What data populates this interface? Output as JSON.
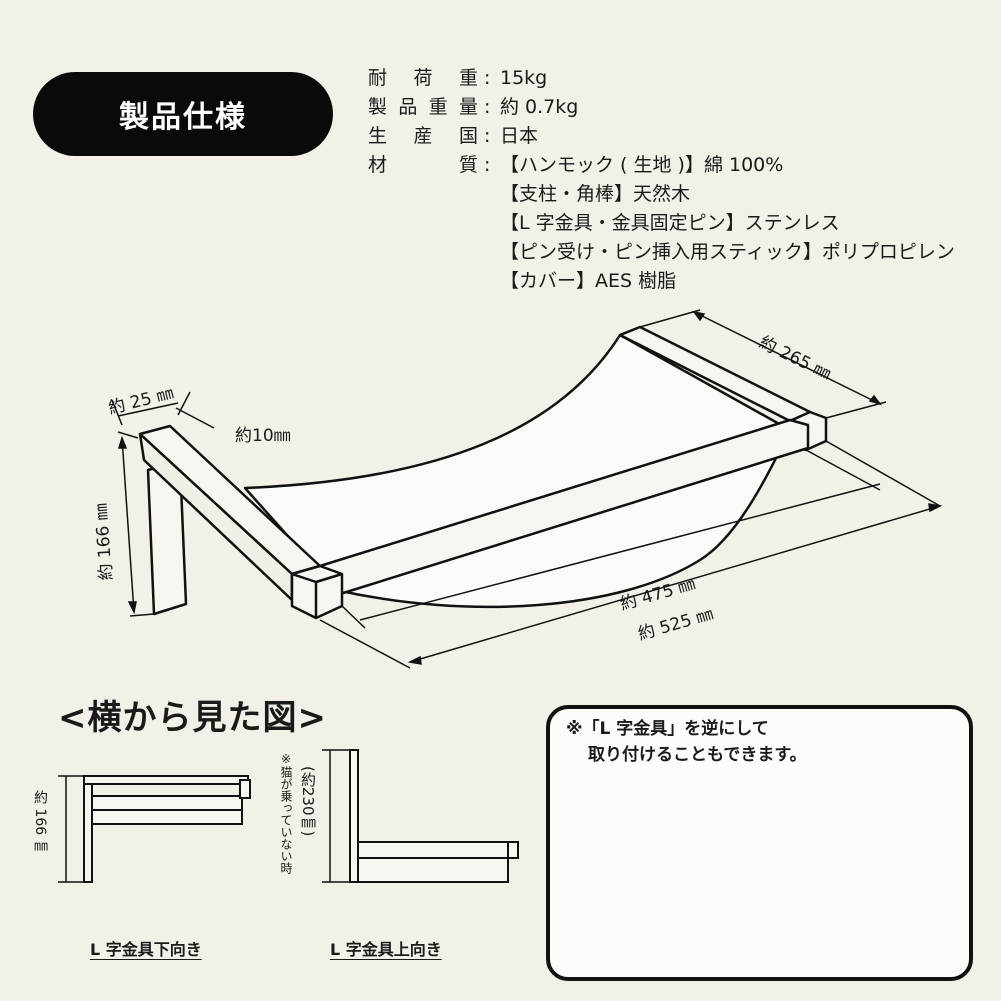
{
  "badge": "製品仕様",
  "specs": {
    "rows": [
      {
        "label": [
          "耐",
          "荷",
          "重"
        ],
        "sep": ":",
        "value": "15kg"
      },
      {
        "label": [
          "製",
          "品",
          "重",
          "量"
        ],
        "sep": ":",
        "value": "約 0.7kg"
      },
      {
        "label": [
          "生",
          "産",
          "国"
        ],
        "sep": ":",
        "value": "日本"
      },
      {
        "label": [
          "材",
          "質"
        ],
        "sep": ":",
        "value": "【ハンモック ( 生地 )】綿 100%"
      }
    ],
    "materials_cont": [
      "【支柱・角棒】天然木",
      "【L 字金具・金具固定ピン】ステンレス",
      "【ピン受け・ピン挿入用スティック】ポリプロピレン",
      "【カバー】AES 樹脂"
    ]
  },
  "dimensions": {
    "d265": "約 265 ㎜",
    "d25": "約 25 ㎜",
    "d10": "約10㎜",
    "d166": "約 166 ㎜",
    "d475": "約 475 ㎜",
    "d525": "約 525 ㎜"
  },
  "side_view": {
    "title": "<横から見た図>",
    "left_dim": "約 166 ㎜",
    "right_note": "※猫が乗っていない時",
    "right_dim": "(約230㎜)",
    "caption_down": "L 字金具下向き",
    "caption_up": "L 字金具上向き"
  },
  "note": {
    "line1": "※「L 字金具」を逆にして",
    "line2": "取り付けることもできます。"
  }
}
